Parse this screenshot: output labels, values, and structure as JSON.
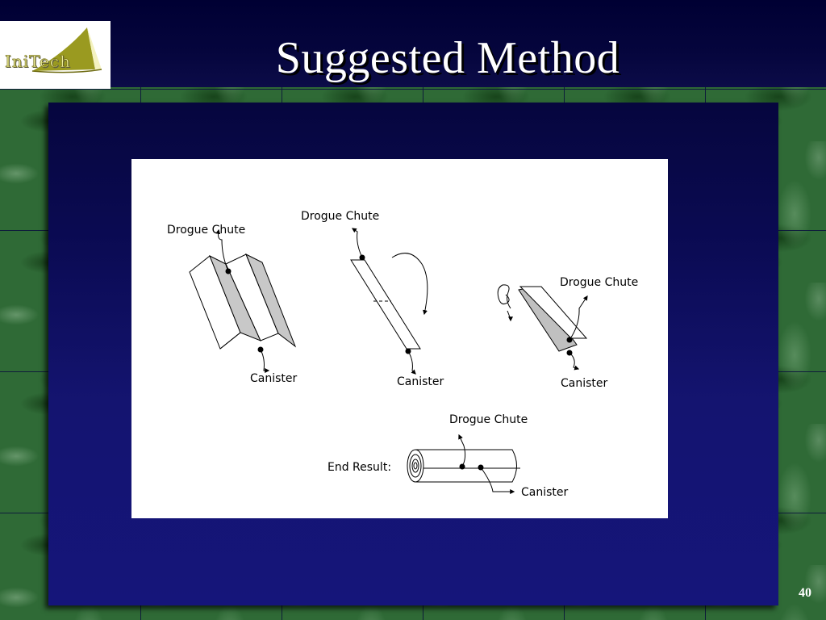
{
  "slide": {
    "title": "Suggested Method",
    "logo_text": "IniTech",
    "page_number": "40"
  },
  "diagram": {
    "step1": {
      "top_label": "Drogue Chute",
      "bottom_label": "Canister"
    },
    "step2": {
      "top_label": "Drogue Chute",
      "bottom_label": "Canister"
    },
    "step3": {
      "top_label": "Drogue Chute",
      "bottom_label": "Canister"
    },
    "result": {
      "prefix_label": "End Result:",
      "top_label": "Drogue Chute",
      "bottom_label": "Canister"
    }
  }
}
